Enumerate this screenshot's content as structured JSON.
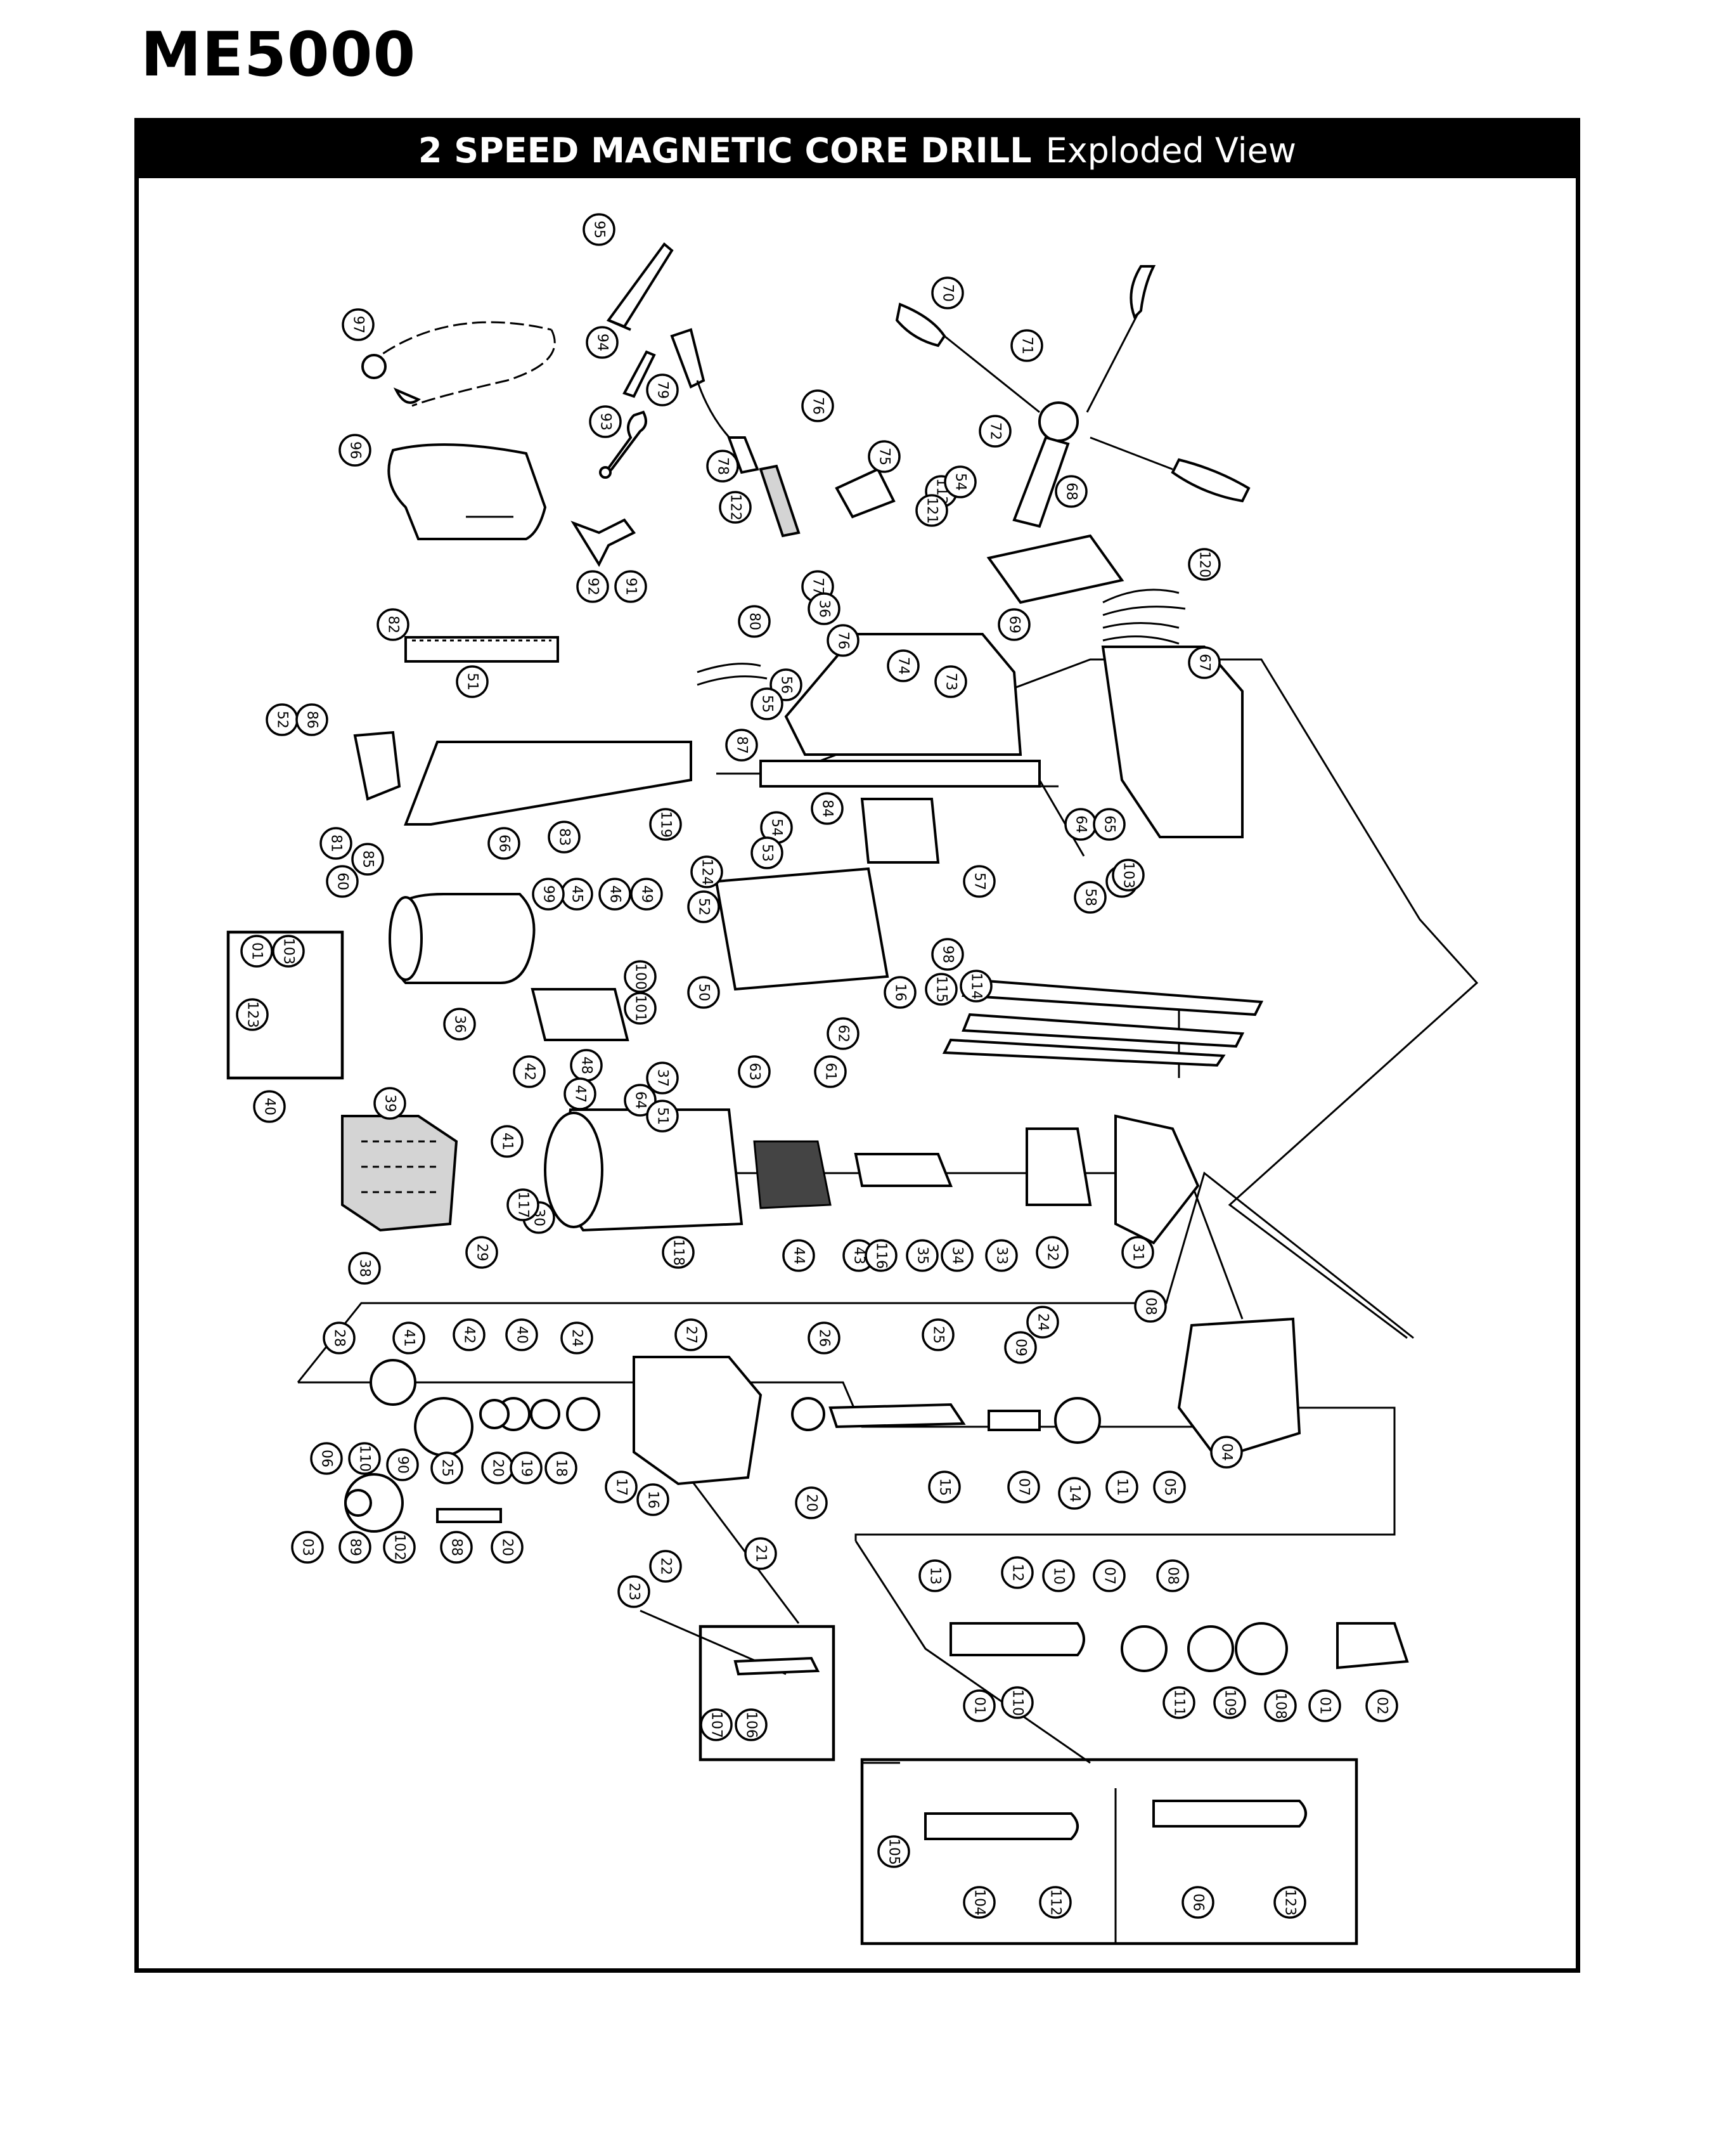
{
  "model": "ME5000",
  "title": {
    "bold_part": "2 SPEED MAGNETIC CORE DRILL",
    "normal_part": "Exploded View"
  },
  "callouts": [
    "95",
    "97",
    "94",
    "79",
    "93",
    "96",
    "78",
    "122",
    "76",
    "75",
    "113",
    "121",
    "54",
    "72",
    "68",
    "70",
    "71",
    "92",
    "91",
    "77",
    "36",
    "76",
    "69",
    "120",
    "80",
    "56",
    "55",
    "74",
    "73",
    "67",
    "82",
    "51",
    "52",
    "86",
    "87",
    "57",
    "64",
    "65",
    "66",
    "83",
    "119",
    "81",
    "85",
    "60",
    "84",
    "54",
    "53",
    "58",
    "59",
    "124",
    "52",
    "49",
    "46",
    "45",
    "99",
    "100",
    "101",
    "115",
    "114",
    "98",
    "16",
    "61",
    "63",
    "62",
    "50",
    "48",
    "47",
    "64",
    "51",
    "37",
    "36",
    "42",
    "41",
    "40",
    "39",
    "38",
    "118",
    "44",
    "43",
    "116",
    "35",
    "34",
    "33",
    "32",
    "31",
    "30",
    "29",
    "117",
    "28",
    "41",
    "42",
    "40",
    "24",
    "27",
    "26",
    "25",
    "24",
    "09",
    "08",
    "06",
    "110",
    "90",
    "25",
    "20",
    "19",
    "18",
    "17",
    "16",
    "15",
    "07",
    "14",
    "11",
    "05",
    "04",
    "03",
    "89",
    "102",
    "88",
    "20",
    "23",
    "22",
    "21",
    "20",
    "13",
    "12",
    "10",
    "07",
    "08",
    "01",
    "110",
    "111",
    "109",
    "108",
    "01",
    "02",
    "107",
    "106",
    "105",
    "104",
    "112",
    "06",
    "123",
    "01",
    "103",
    "123",
    "103",
    "123",
    "18",
    "60",
    "18",
    "77"
  ],
  "icons": [
    "hex-key-icon",
    "chain-icon",
    "wrench-icon",
    "drill-motor-icon",
    "handle-icon",
    "gear-icon",
    "bearing-icon",
    "magnetic-base-icon",
    "arbor-icon",
    "cutter-icon"
  ],
  "colors": {
    "ink": "#000000",
    "paper": "#ffffff",
    "title_bar": "#000000",
    "title_text": "#ffffff"
  }
}
